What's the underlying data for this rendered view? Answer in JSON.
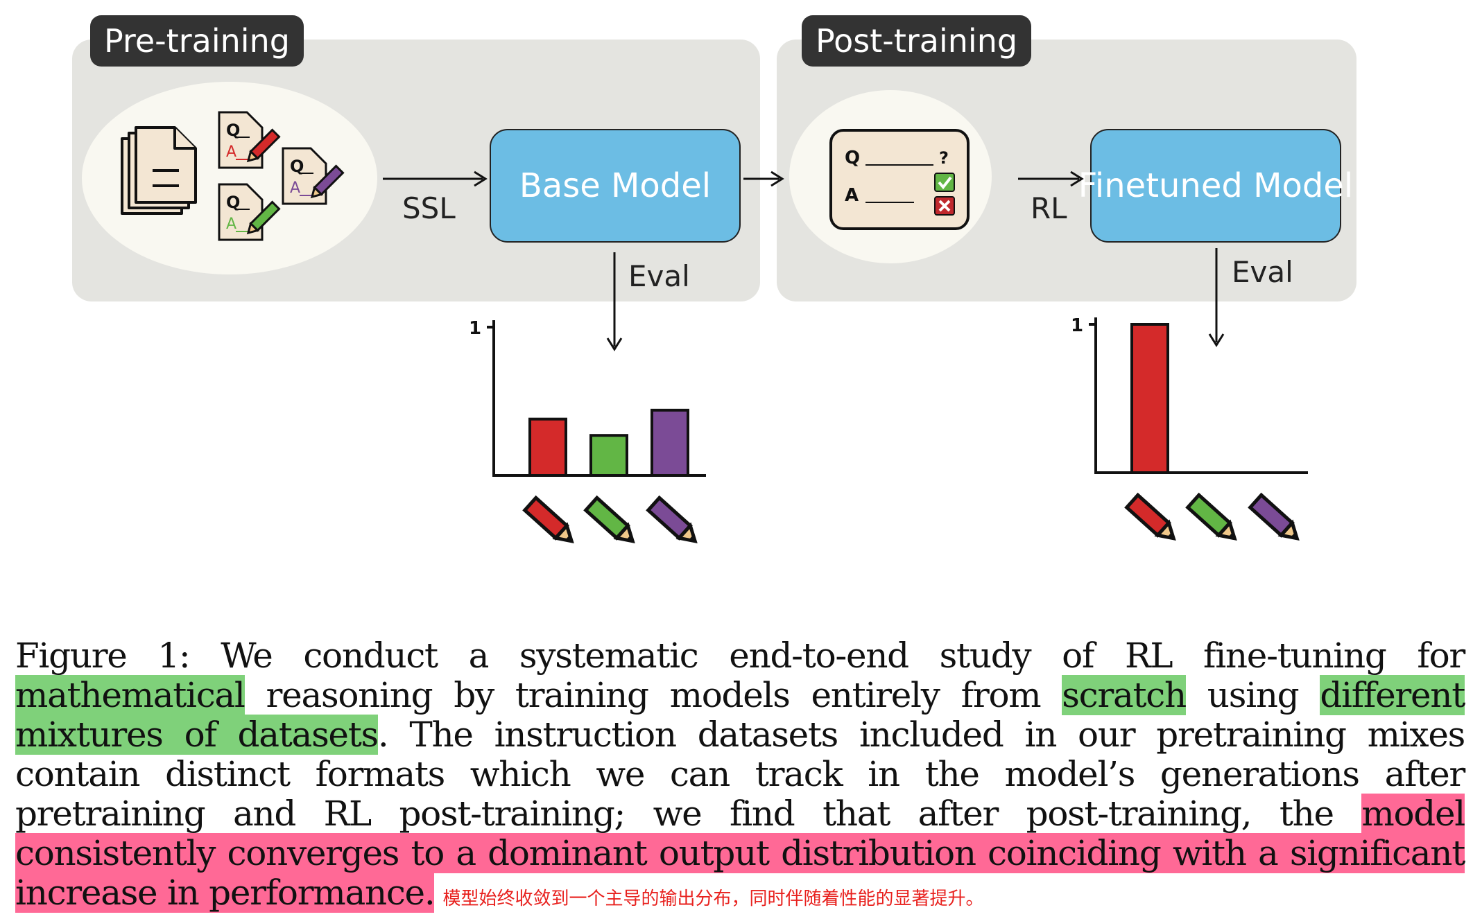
{
  "diagram": {
    "pretraining_label": "Pre-training",
    "posttraining_label": "Post-training",
    "base_model_label": "Base Model",
    "finetuned_model_label": "Finetuned Model",
    "ssl_label": "SSL",
    "rl_label": "RL",
    "eval_label_1": "Eval",
    "eval_label_2": "Eval",
    "card_q": "Q",
    "card_a": "A",
    "card_qmark": "?",
    "colors": {
      "red": "#d42a2a",
      "green": "#62b645",
      "purple": "#7b4b96",
      "model_box": "#6cbde4",
      "panel": "#e4e4e0"
    }
  },
  "chart_data": [
    {
      "type": "bar",
      "categories": [
        "red-pencil",
        "green-pencil",
        "purple-pencil"
      ],
      "values": [
        0.38,
        0.27,
        0.44
      ],
      "ytick": "1",
      "ylim": [
        0,
        1
      ]
    },
    {
      "type": "bar",
      "categories": [
        "red-pencil",
        "green-pencil",
        "purple-pencil"
      ],
      "values": [
        1.0,
        0,
        0
      ],
      "ytick": "1",
      "ylim": [
        0,
        1
      ]
    }
  ],
  "caption": {
    "p1": "Figure 1: We conduct a systematic end-to-end study of RL fine-tuning for ",
    "h1": "mathematical",
    "p2": " reasoning by training models entirely from ",
    "h2": "scratch",
    "p3": " using ",
    "h3": "different mixtures of datasets",
    "p4": ". The instruction datasets included in our pretraining mixes contain distinct formats which we can track in the model’s generations after pretraining and RL post-training; we find that after post-training, the ",
    "h4": "model consistently converges to a dominant output distribution coinciding with a significant increase in performance.",
    "note": "模型始终收敛到一个主导的输出分布，同时伴随着性能的显著提升。"
  }
}
